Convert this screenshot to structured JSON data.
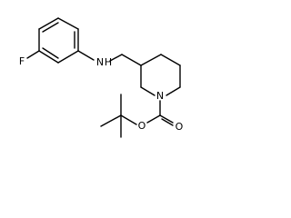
{
  "molecule": {
    "atom_labels": {
      "fluorine": "F",
      "amine_nitrogen": "N",
      "amine_hydrogen": "H",
      "ring_nitrogen": "N",
      "ester_oxygen": "O",
      "carbonyl_oxygen": "O"
    }
  }
}
